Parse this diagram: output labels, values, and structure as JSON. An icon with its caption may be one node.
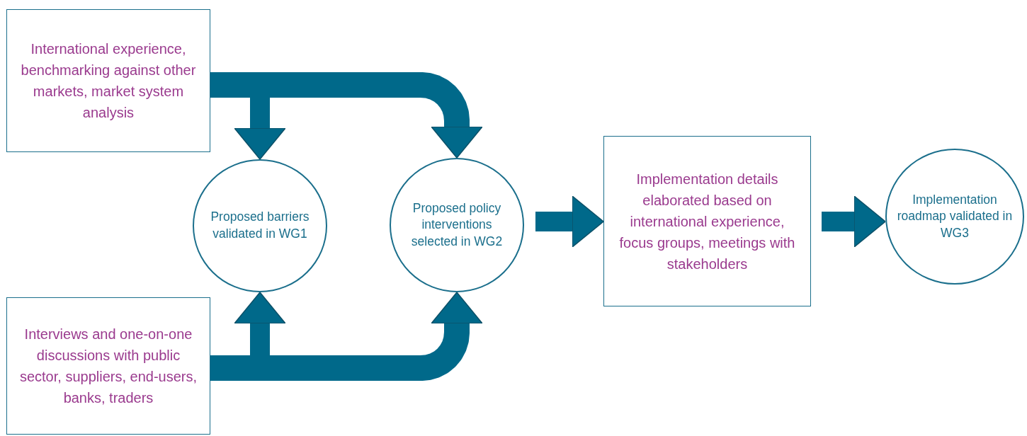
{
  "diagram": {
    "nodes": [
      {
        "text": [
          "International experience, benchmarking against other markets, market system analysis"
        ]
      },
      {
        "text": [
          "Interviews and one-on-one discussions with public sector, suppliers, end-users, banks, traders"
        ]
      },
      {
        "text": [
          "Proposed barriers validated in WG1"
        ]
      },
      {
        "text": [
          "Proposed policy interventions selected in WG2"
        ]
      },
      {
        "text": [
          "Implementation details elaborated based on international experience, focus groups, meetings with stakeholders"
        ]
      },
      {
        "text": [
          "Implementation roadmap validated in WG3"
        ]
      }
    ],
    "edges": [
      {
        "from": 0,
        "to": 2,
        "arrow": "to"
      },
      {
        "from": 0,
        "to": 3,
        "arrow": "to"
      },
      {
        "from": 1,
        "to": 2,
        "arrow": "to"
      },
      {
        "from": 1,
        "to": 3,
        "arrow": "to"
      },
      {
        "from": 3,
        "to": 4,
        "arrow": "to"
      },
      {
        "from": 4,
        "to": 5,
        "arrow": "to"
      }
    ]
  }
}
